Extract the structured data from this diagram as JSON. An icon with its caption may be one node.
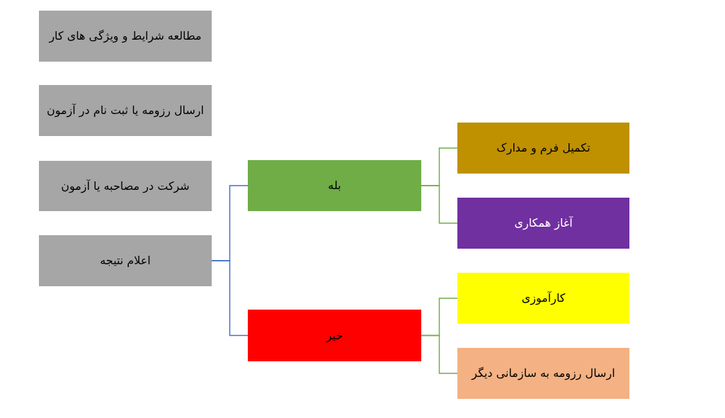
{
  "diagram": {
    "nodes": [
      {
        "text": [
          "مطالعه شرایط و ویژگی های کار"
        ]
      },
      {
        "text": [
          "ارسال رزومه یا ثبت نام در آزمون"
        ]
      },
      {
        "text": [
          "شرکت در مصاحبه یا آزمون"
        ]
      },
      {
        "text": [
          "اعلام نتیجه"
        ]
      },
      {
        "text": [
          "بله"
        ]
      },
      {
        "text": [
          "خیر"
        ]
      },
      {
        "text": [
          "تکمیل فرم و مدارک"
        ]
      },
      {
        "text": [
          "آغاز همکاری"
        ]
      },
      {
        "text": [
          "کارآموزی"
        ]
      },
      {
        "text": [
          "ارسال رزومه به سازمانی دیگر"
        ]
      }
    ],
    "edges": [
      {
        "from": 3,
        "to": 4,
        "arrow": "none",
        "color": "#4472c4"
      },
      {
        "from": 3,
        "to": 5,
        "arrow": "none",
        "color": "#4472c4"
      },
      {
        "from": 4,
        "to": 6,
        "arrow": "none"
      },
      {
        "from": 4,
        "to": 7,
        "arrow": "none"
      },
      {
        "from": 5,
        "to": 8,
        "arrow": "none"
      },
      {
        "from": 5,
        "to": 9,
        "arrow": "none"
      }
    ]
  }
}
